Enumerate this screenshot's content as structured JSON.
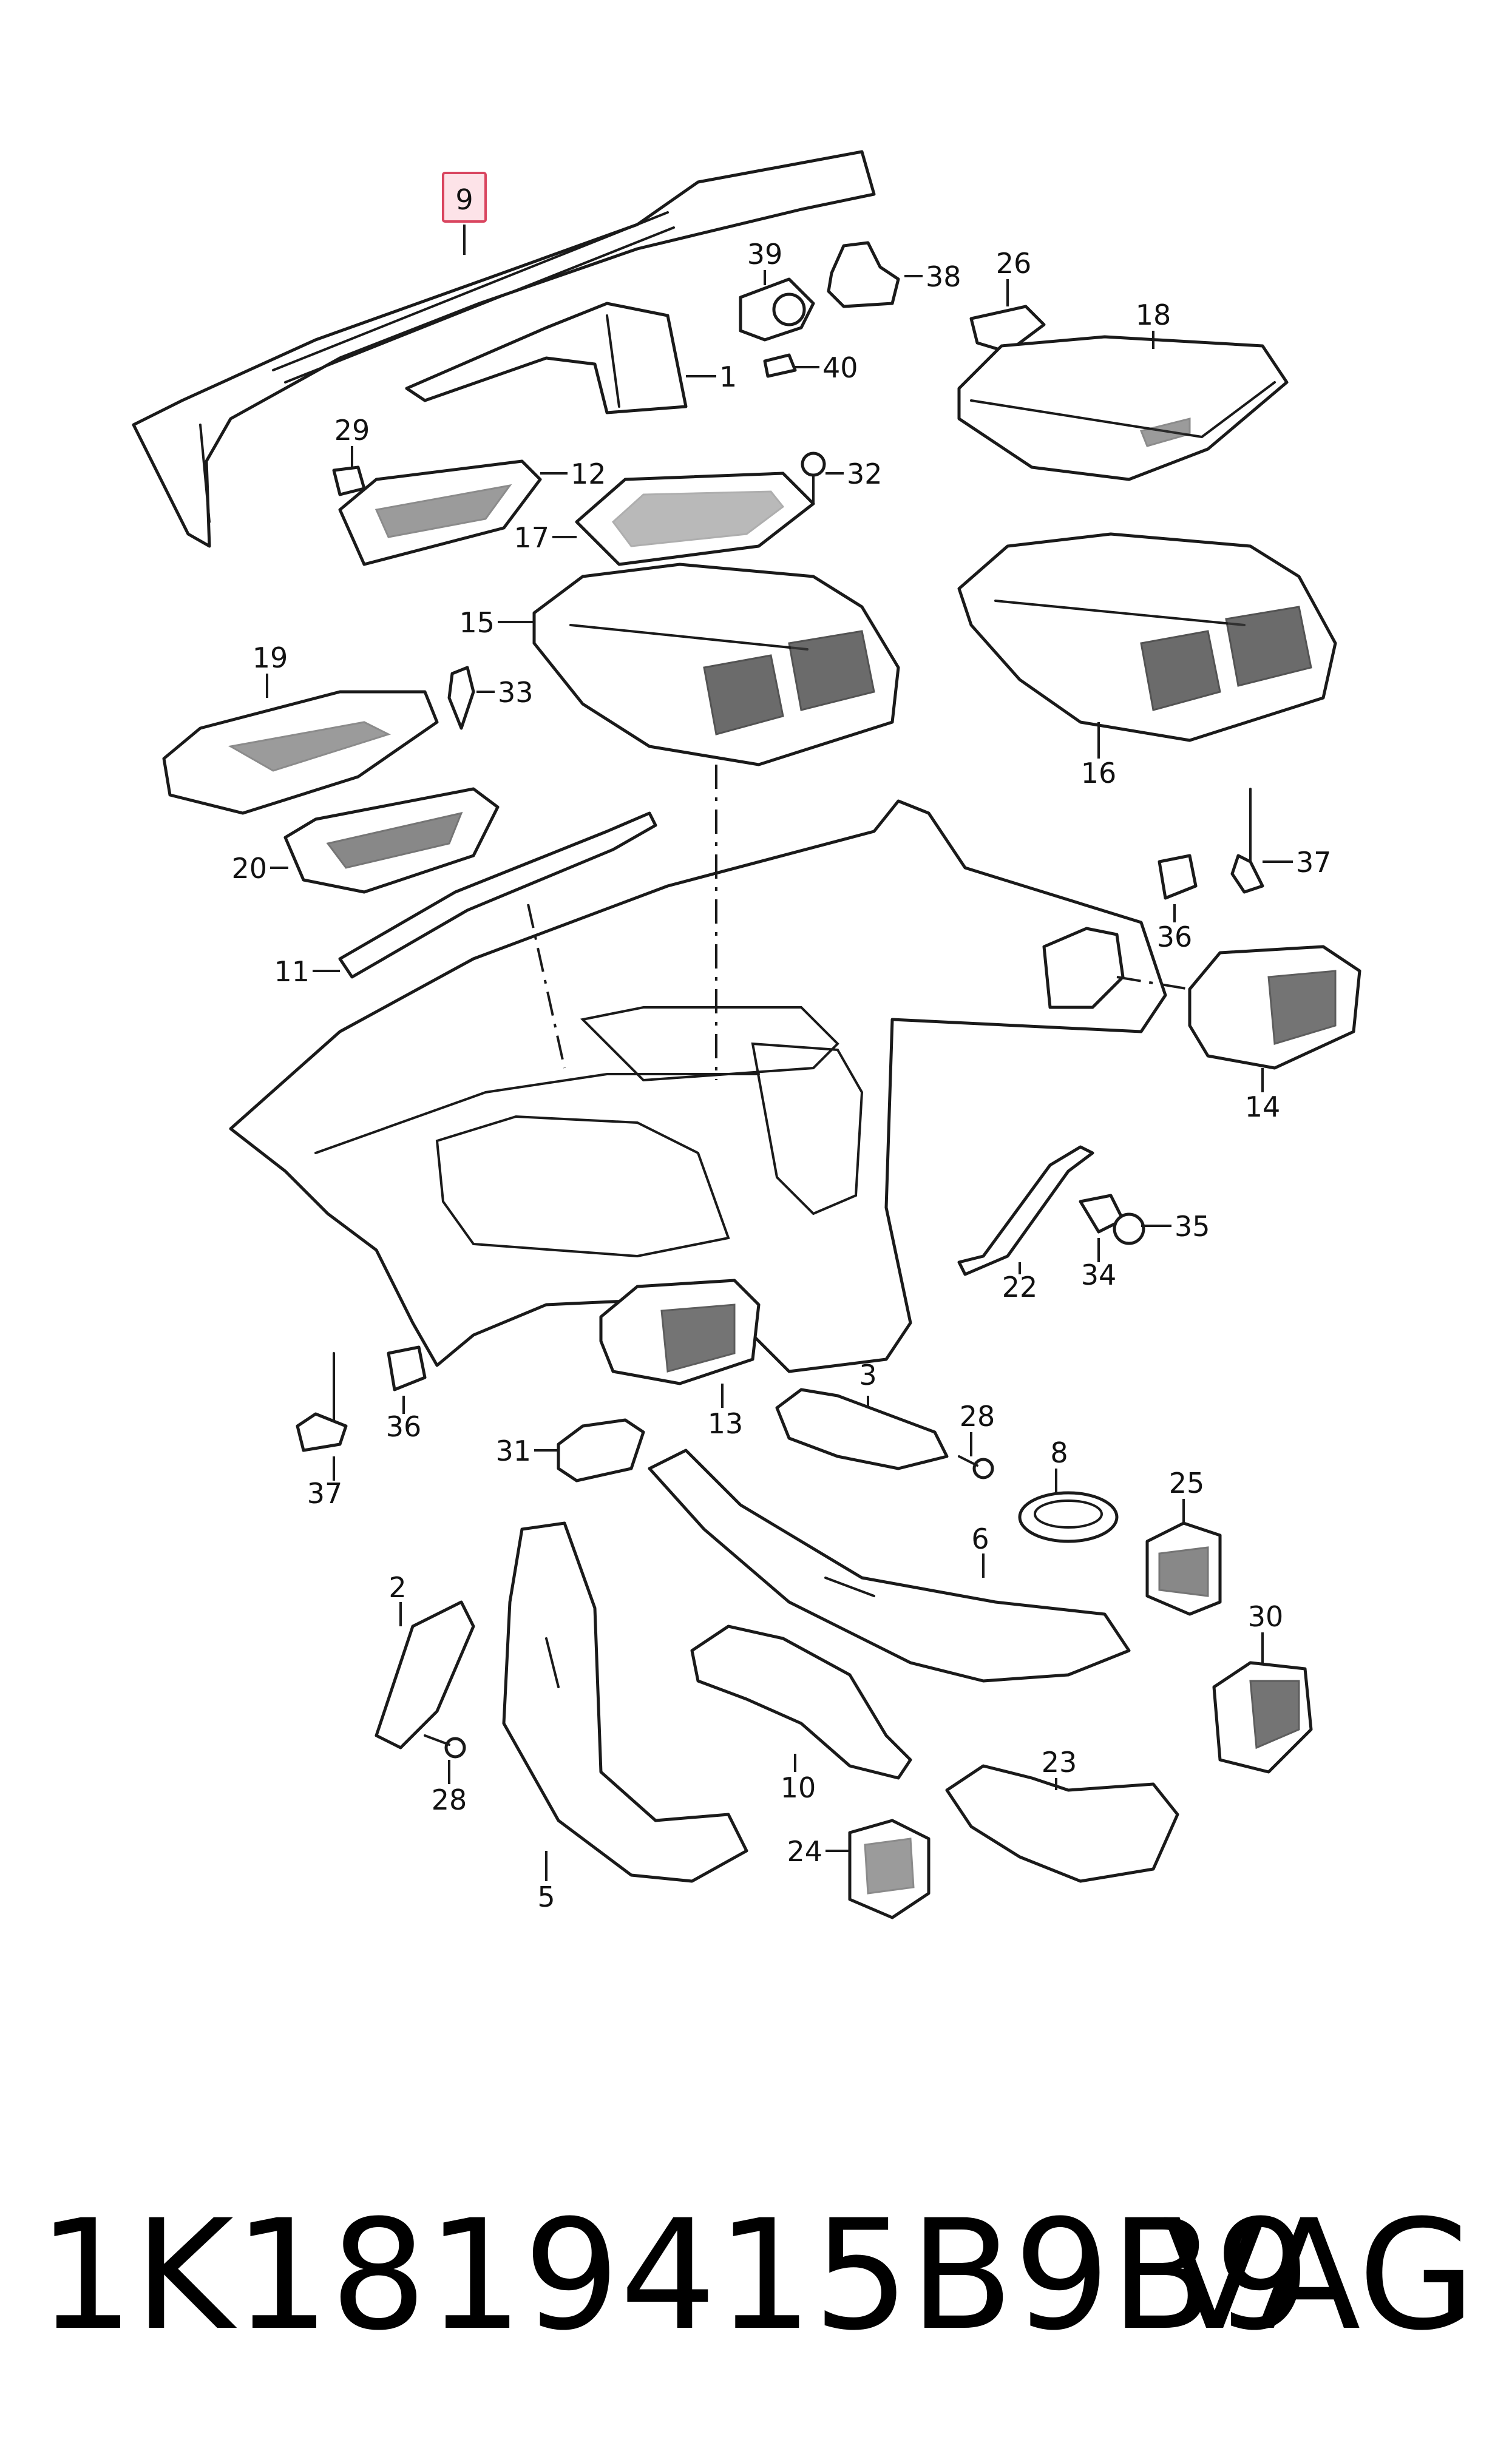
{
  "footer": {
    "part_number": "1K1819415B9B9",
    "brand": "VAG"
  },
  "highlight_color": "#d9455f",
  "callouts": {
    "c1": "1",
    "c2": "2",
    "c3": "3",
    "c5": "5",
    "c6": "6",
    "c8": "8",
    "c9": "9",
    "c10": "10",
    "c11": "11",
    "c12": "12",
    "c13": "13",
    "c14": "14",
    "c15": "15",
    "c16": "16",
    "c17": "17",
    "c18": "18",
    "c19": "19",
    "c20": "20",
    "c22": "22",
    "c23": "23",
    "c24": "24",
    "c25": "25",
    "c26": "26",
    "c28a": "28",
    "c28b": "28",
    "c29": "29",
    "c30": "30",
    "c31": "31",
    "c32": "32",
    "c33": "33",
    "c34": "34",
    "c35": "35",
    "c36a": "36",
    "c36b": "36",
    "c37a": "37",
    "c37b": "37",
    "c38": "38",
    "c39": "39",
    "c40": "40"
  }
}
